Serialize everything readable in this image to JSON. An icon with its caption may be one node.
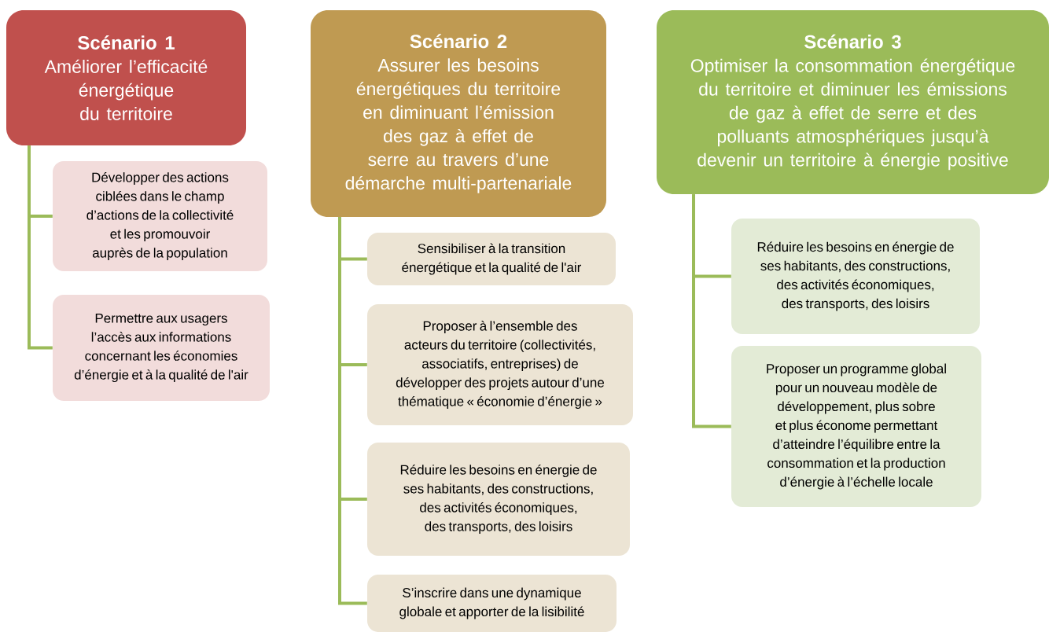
{
  "diagram": {
    "nodes": [
      {
        "text": [
          "Scénario 1",
          "Améliorer l’efficacité énergétique du territoire"
        ]
      },
      {
        "text": [
          "Scénario 2",
          "Assurer les besoins énergétiques du territoire en diminuant l’émission des gaz à effet de serre au travers d’une démarche multi-partenariale"
        ]
      },
      {
        "text": [
          "Scénario 3",
          "Optimiser la consommation énergétique du territoire et diminuer les émissions de gaz à effet de serre et des polluants atmosphériques jusqu’à devenir un territoire à énergie positive"
        ]
      },
      {
        "text": [
          "Développer des actions ciblées dans le champ d’actions de la collectivité et les promouvoir auprès de la population"
        ]
      },
      {
        "text": [
          "Permettre aux usagers l’accès aux informations concernant les  économies d’énergie et à la qualité de l'air"
        ]
      },
      {
        "text": [
          "Sensibiliser à la transition énergétique et la qualité de l'air"
        ]
      },
      {
        "text": [
          "Proposer à l’ensemble des acteurs du territoire (collectivités, associatifs, entreprises)  de développer des projets autour d’une thématique « économie d’énergie »"
        ]
      },
      {
        "text": [
          "Réduire les besoins en énergie de ses habitants, des constructions, des activités économiques, des transports, des loisirs"
        ]
      },
      {
        "text": [
          "S’inscrire dans une dynamique globale et apporter de la lisibilité"
        ]
      },
      {
        "text": [
          "Réduire les besoins en énergie de ses habitants, des constructions, des activités économiques, des transports, des loisirs"
        ]
      },
      {
        "text": [
          "Proposer un programme global pour un nouveau modèle de développement, plus sobre et plus économe permettant d’atteindre l’équilibre entre la consommation et la production d’énergie à l’échelle locale"
        ]
      }
    ],
    "edges": [
      {
        "from": 0,
        "to": 3,
        "arrow": "none"
      },
      {
        "from": 0,
        "to": 4,
        "arrow": "none"
      },
      {
        "from": 1,
        "to": 5,
        "arrow": "none"
      },
      {
        "from": 1,
        "to": 6,
        "arrow": "none"
      },
      {
        "from": 1,
        "to": 7,
        "arrow": "none"
      },
      {
        "from": 1,
        "to": 8,
        "arrow": "none"
      },
      {
        "from": 2,
        "to": 9,
        "arrow": "none"
      },
      {
        "from": 2,
        "to": 10,
        "arrow": "none"
      }
    ]
  }
}
